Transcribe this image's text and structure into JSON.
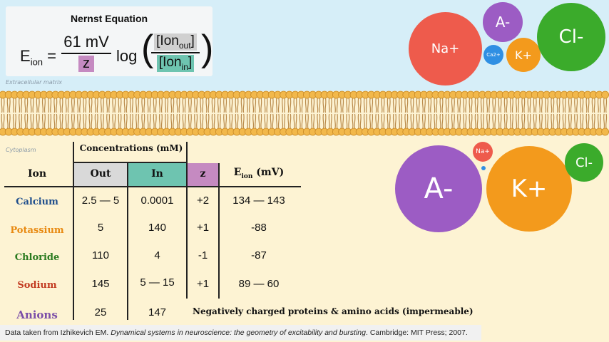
{
  "equation": {
    "title": "Nernst Equation",
    "lhs_main": "E",
    "lhs_sub": "ion",
    "equals": "=",
    "numerator": "61 mV",
    "denominator": "z",
    "log": "log",
    "ion_out_main": "[Ion",
    "ion_out_sub": "out",
    "ion_in_main": "[Ion",
    "ion_in_sub": "in",
    "close_bracket": "]"
  },
  "labels": {
    "extracellular": "Extracellular matrix",
    "cytoplasm": "Cytoplasm"
  },
  "outside_ions": [
    {
      "label": "Na+",
      "color": "#ee5b4c"
    },
    {
      "label": "A-",
      "color": "#9c5cc4"
    },
    {
      "label": "Ca2+",
      "color": "#2f8fe3"
    },
    {
      "label": "K+",
      "color": "#f39a1c"
    },
    {
      "label": "Cl-",
      "color": "#3bab2b"
    }
  ],
  "inside_ions": [
    {
      "label": "A-",
      "color": "#9c5cc4"
    },
    {
      "label": "Na+",
      "color": "#ee5b4c"
    },
    {
      "label": "K+",
      "color": "#f39a1c"
    },
    {
      "label": "Cl-",
      "color": "#3bab2b"
    }
  ],
  "table": {
    "group_header": "Concentrations (mM)",
    "headers": {
      "ion": "Ion",
      "out": "Out",
      "in": "In",
      "z": "z",
      "eion_main": "E",
      "eion_sub": "ion",
      "eion_unit": "(mV)"
    },
    "rows": [
      {
        "name": "Calcium",
        "color": "#1f4e8c",
        "out": "2.5 — 5",
        "in": "0.0001",
        "z": "+2",
        "eion": "134 — 143"
      },
      {
        "name": "Potassium",
        "color": "#e88a12",
        "out": "5",
        "in": "140",
        "z": "+1",
        "eion": "-88"
      },
      {
        "name": "Chloride",
        "color": "#2a7a1e",
        "out": "110",
        "in": "4",
        "z": "-1",
        "eion": "-87"
      },
      {
        "name": "Sodium",
        "color": "#c23a20",
        "out": "145",
        "in": "5 — 15",
        "z": "+1",
        "eion": "89 — 60"
      },
      {
        "name": "Anions",
        "color": "#7b4ea8",
        "out": "25",
        "in": "147",
        "note": "Negatively charged proteins & amino acids (impermeable)"
      }
    ],
    "header_colors": {
      "out": "#d9d9d9",
      "in": "#6ec4b0",
      "z": "#c58ac1"
    }
  },
  "footer": {
    "prefix": "Data taken from Izhikevich EM. ",
    "title": "Dynamical systems in neuroscience: the geometry of excitability and bursting",
    "suffix": ". Cambridge: MIT Press; 2007."
  }
}
